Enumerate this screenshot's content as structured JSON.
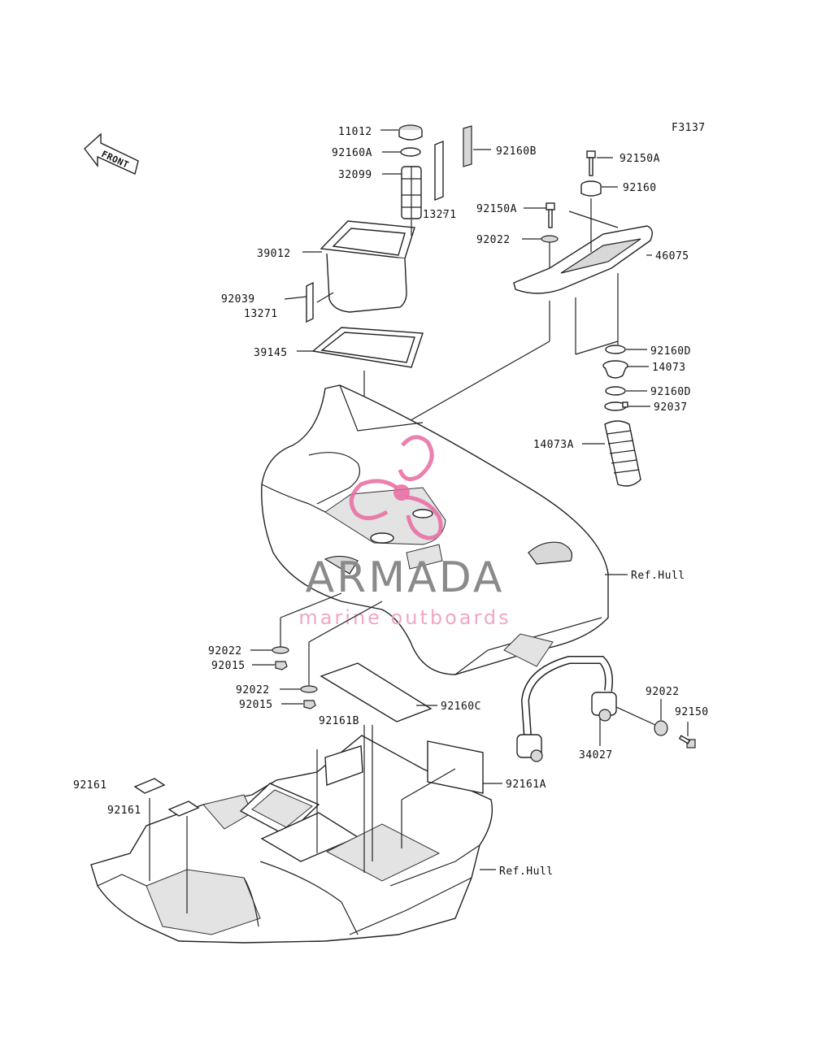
{
  "figure_code": "F3137",
  "front_label": "FRONT",
  "watermark": {
    "brand": "ARMADA",
    "tagline": "marine outboards"
  },
  "labels": [
    "11012",
    "92160A",
    "32099",
    "13271",
    "39012",
    "92039",
    "13271",
    "39145",
    "92160B",
    "92150A",
    "92160",
    "92150A",
    "92022",
    "46075",
    "92160D",
    "14073",
    "92160D",
    "92037",
    "14073A",
    "Ref.Hull",
    "92022",
    "92015",
    "92022",
    "92015",
    "92160C",
    "92161B",
    "92022",
    "92150",
    "34027",
    "92161A",
    "92161",
    "92161",
    "Ref.Hull"
  ]
}
